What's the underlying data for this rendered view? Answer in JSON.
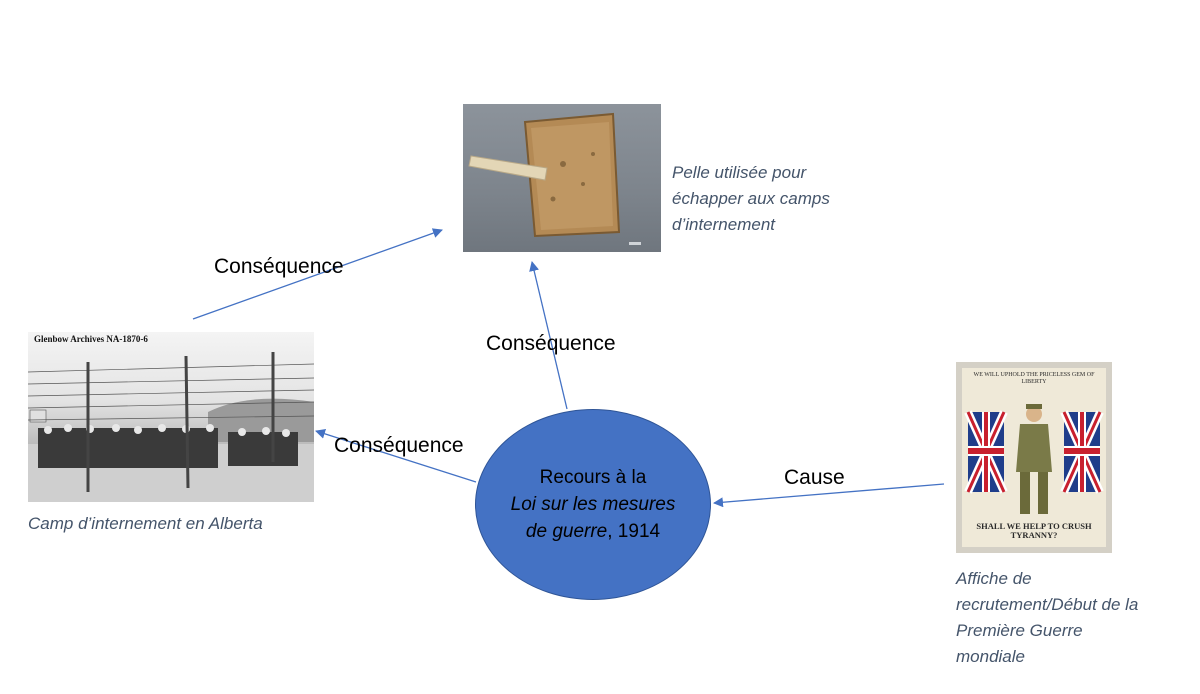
{
  "center_node": {
    "line1": "Recours à la",
    "italic": "Loi sur les mesures de guerre",
    "suffix": ", 1914"
  },
  "edges": {
    "consequence_top": "Conséquence",
    "consequence_middle": "Conséquence",
    "consequence_left": "Conséquence",
    "cause": "Cause"
  },
  "nodes": {
    "shovel": {
      "caption": "Pelle utilisée pour échapper aux camps d’internement"
    },
    "camp": {
      "caption": "Camp d’internement en Alberta",
      "archive_label": "Glenbow Archives NA-1870-6"
    },
    "poster": {
      "caption": "Affiche de recrutement/Début de la Première Guerre mondiale",
      "header": "We will uphold the priceless gem of liberty",
      "footer": "Shall we help to crush tyranny?"
    }
  },
  "colors": {
    "arrow": "#4472c4",
    "node_fill": "#4472c4",
    "caption": "#44546a"
  }
}
